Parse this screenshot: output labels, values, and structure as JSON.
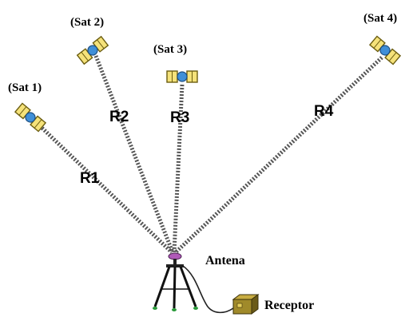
{
  "satellites": [
    {
      "label": "(Sat 1)"
    },
    {
      "label": "(Sat 2)"
    },
    {
      "label": "(Sat 3)"
    },
    {
      "label": "(Sat 4)"
    }
  ],
  "ranges": [
    {
      "label": "R1"
    },
    {
      "label": "R2"
    },
    {
      "label": "R3"
    },
    {
      "label": "R4"
    }
  ],
  "antenna_label": "Antena",
  "receiver_label": "Receptor",
  "colors": {
    "panel": "#f5e27a",
    "panel_border": "#6b5d10",
    "body": "#3f8fd8",
    "signal": "#555555",
    "antenna": "#b05ab8",
    "tripod": "#111111",
    "receiver": "#a08a2a",
    "receiver_dark": "#5a4b10",
    "feet": "#2a9a3a"
  }
}
